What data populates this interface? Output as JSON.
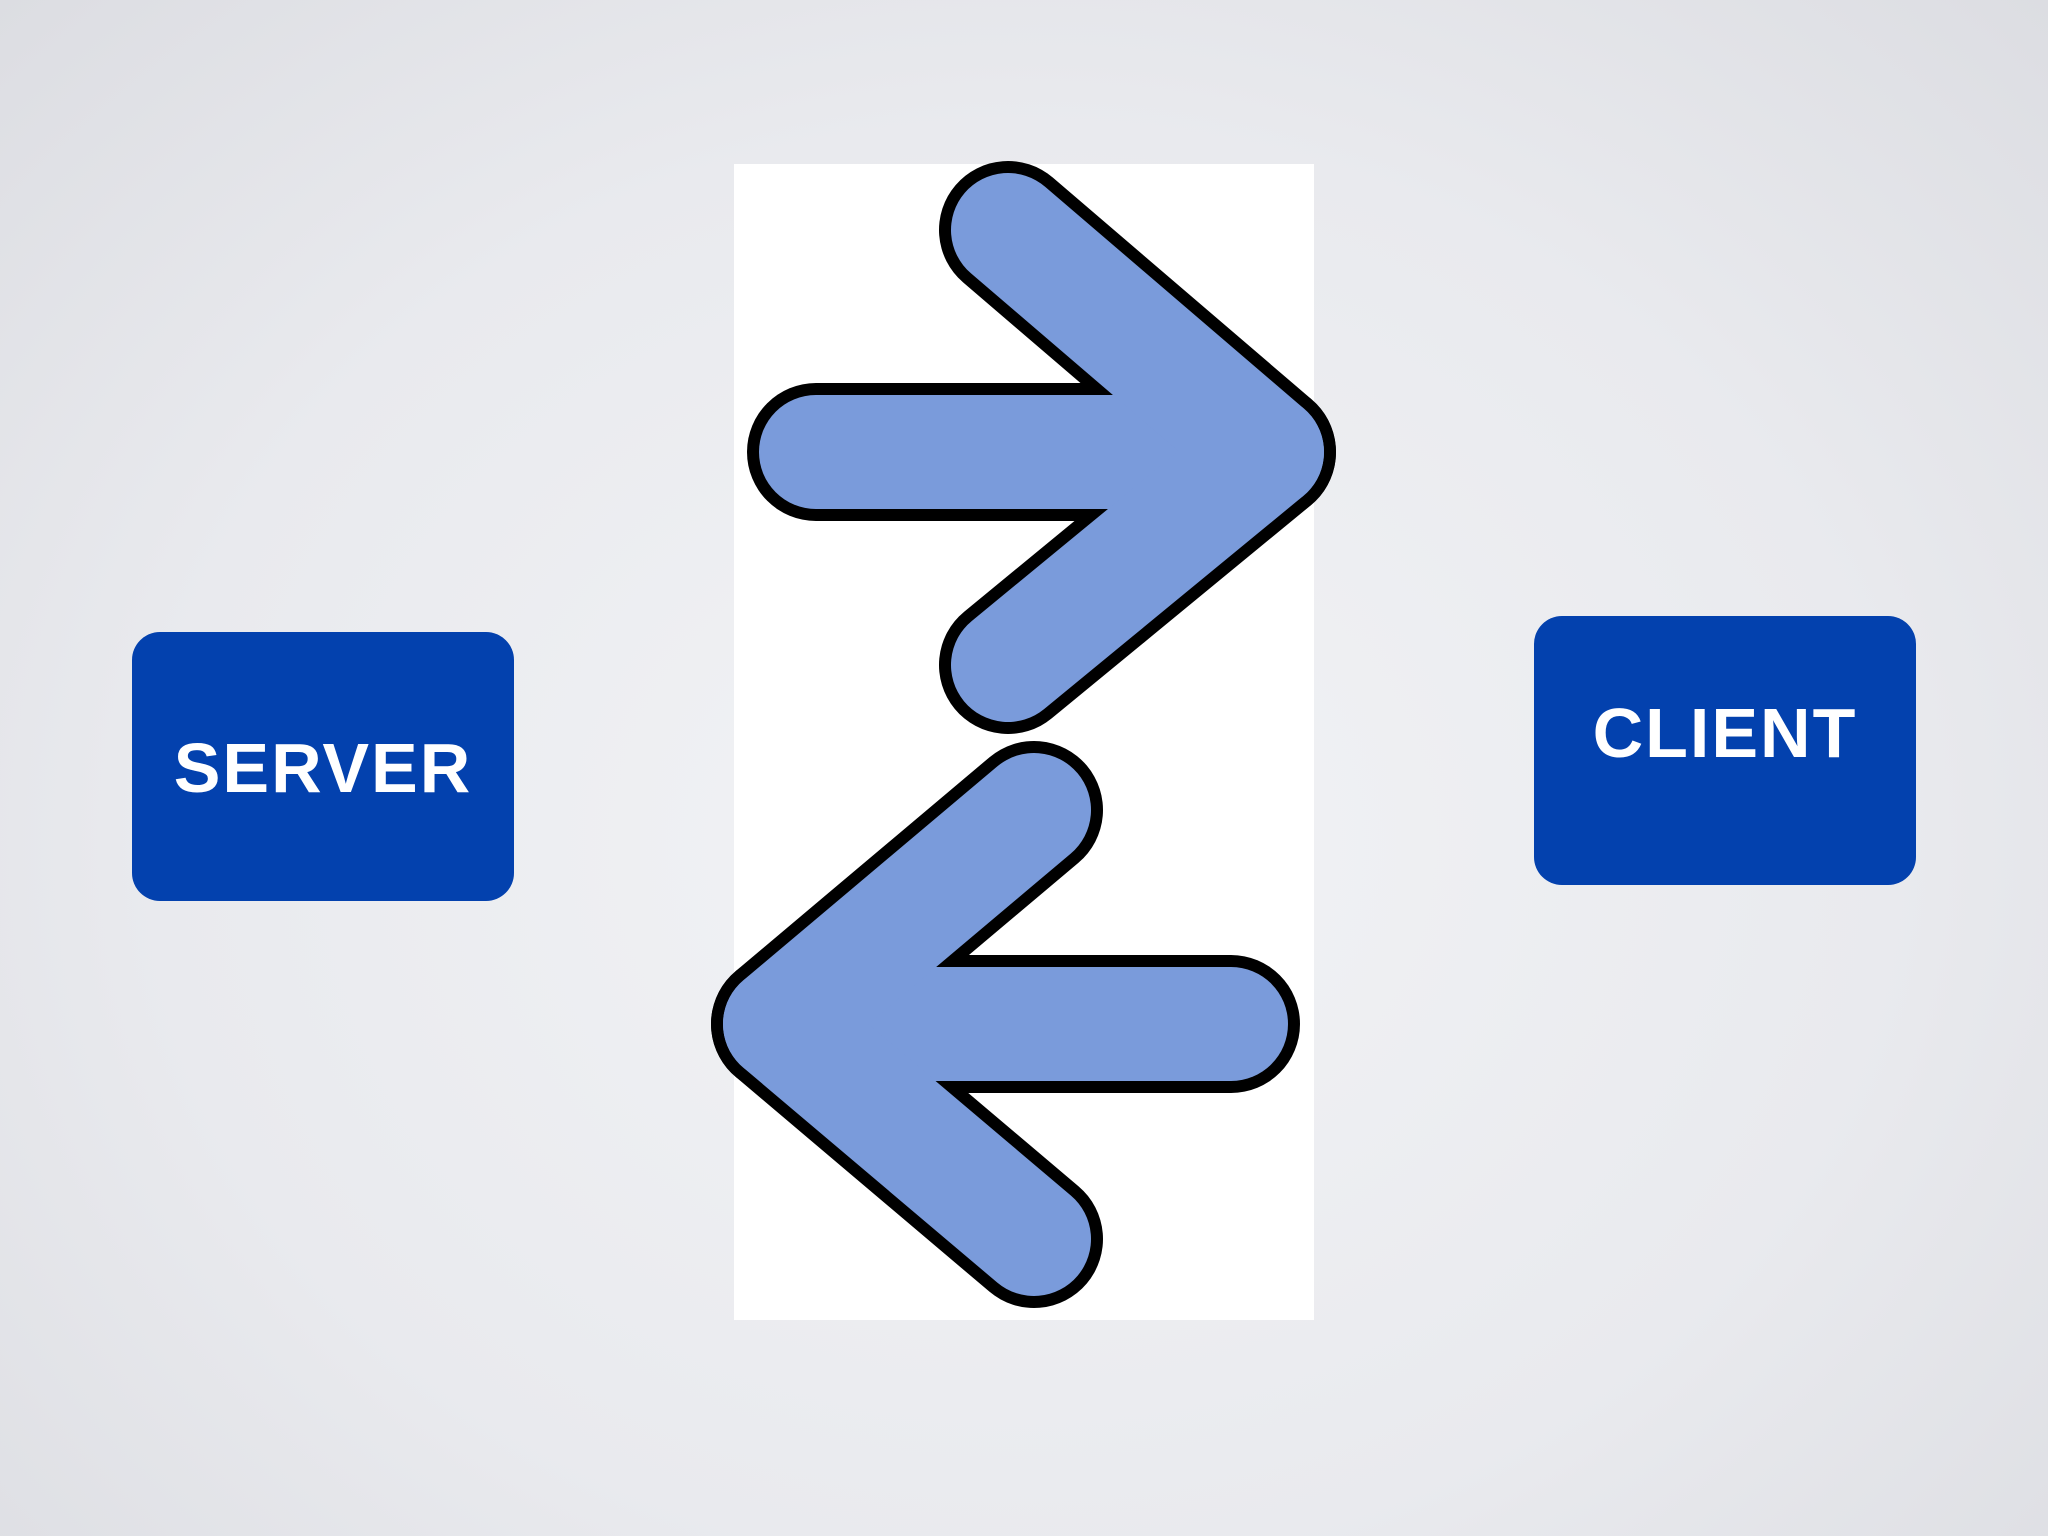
{
  "diagram": {
    "server": {
      "label": "SERVER"
    },
    "client": {
      "label": "CLIENT"
    },
    "arrows": [
      {
        "direction": "right",
        "icon": "right-arrow-icon"
      },
      {
        "direction": "left",
        "icon": "left-arrow-icon"
      }
    ]
  },
  "colors": {
    "box_fill": "#0341ae",
    "box_text": "#ffffff",
    "arrow_fill": "#7a9bdb",
    "arrow_stroke": "#000000",
    "panel_background": "#ffffff"
  }
}
